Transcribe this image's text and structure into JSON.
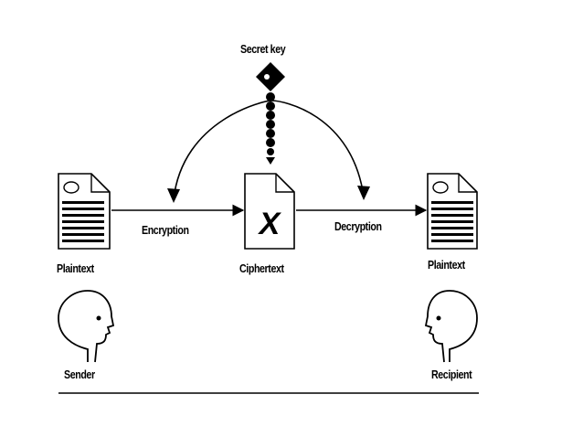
{
  "key_label": "Secret key",
  "sender": {
    "document_label": "Plaintext",
    "person_label": "Sender"
  },
  "middle": {
    "document_label": "Ciphertext",
    "document_mark": "X"
  },
  "recipient": {
    "document_label": "Plaintext",
    "person_label": "Recipient"
  },
  "arrows": {
    "encryption_label": "Encryption",
    "decryption_label": "Decryption"
  },
  "colors": {
    "ink": "#000000",
    "background": "#ffffff"
  }
}
